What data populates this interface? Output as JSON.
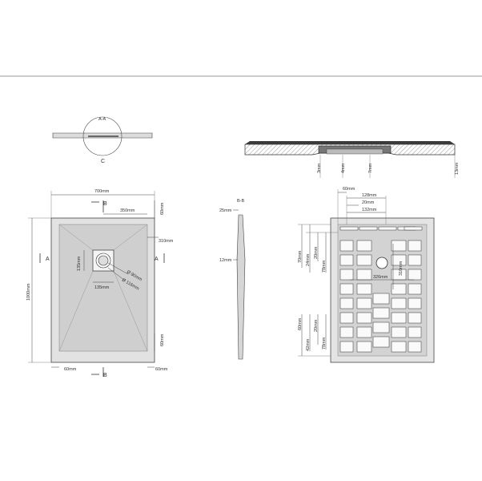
{
  "section_aa": {
    "label": "A-A",
    "detail": "C"
  },
  "top_view": {
    "width": "700mm",
    "height": "1000mm",
    "section_b_top": "B",
    "section_b_bottom": "B",
    "section_a_left": "A",
    "section_a_right": "A",
    "dim_350": "350mm",
    "dim_60_top": "60mm",
    "dim_310": "310mm",
    "dim_135_v": "135mm",
    "dim_135_h": "135mm",
    "dim_90": "Ø 90mm",
    "dim_116": "Ø 116mm",
    "dim_60_right": "60mm",
    "dim_60_bl": "60mm",
    "dim_60_br": "60mm"
  },
  "section_bb": {
    "label": "B-B",
    "dim_25": "25mm",
    "dim_12": "12mm"
  },
  "side_view": {
    "dim_3": "3mm",
    "dim_4": "4mm",
    "dim_7": "7mm",
    "dim_13": "13mm"
  },
  "bottom_view": {
    "dim_60": "60mm",
    "dim_128": "128mm",
    "dim_20": "20mm",
    "dim_132": "132mm",
    "dim_326": "326mm",
    "dim_310": "310mm",
    "dim_70": "70mm",
    "dim_24": "24mm",
    "dim_20l": "20mm",
    "dim_78": "78mm",
    "dim_60l": "60mm",
    "dim_42": "42mm",
    "dim_20b": "20mm",
    "dim_78b": "78mm"
  }
}
